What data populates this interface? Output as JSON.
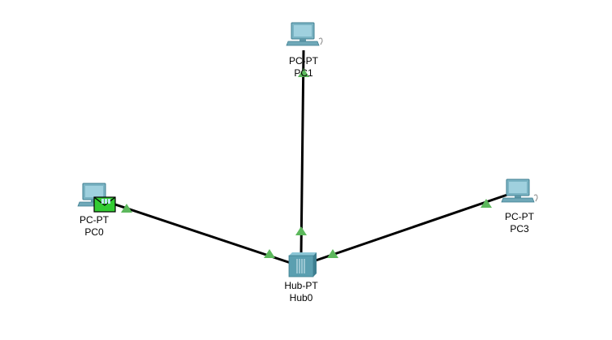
{
  "topology": {
    "devices": [
      {
        "id": "pc0",
        "model": "PC-PT",
        "name": "PC0",
        "type": "pc",
        "has_pdu": true
      },
      {
        "id": "pc1",
        "model": "PC-PT",
        "name": "PC1",
        "type": "pc",
        "has_pdu": false
      },
      {
        "id": "pc3",
        "model": "PC-PT",
        "name": "PC3",
        "type": "pc",
        "has_pdu": false
      },
      {
        "id": "hub0",
        "model": "Hub-PT",
        "name": "Hub0",
        "type": "hub",
        "has_pdu": false
      }
    ],
    "links": [
      {
        "from": "pc0",
        "to": "hub0",
        "status": "up"
      },
      {
        "from": "pc1",
        "to": "hub0",
        "status": "up"
      },
      {
        "from": "pc3",
        "to": "hub0",
        "status": "up"
      }
    ],
    "colors": {
      "link": "#000000",
      "link_up_indicator": "#5cb85c",
      "pdu_envelope": "#33cc33",
      "pc_body": "#6fa8b8",
      "hub_body": "#5b9fb0"
    }
  }
}
